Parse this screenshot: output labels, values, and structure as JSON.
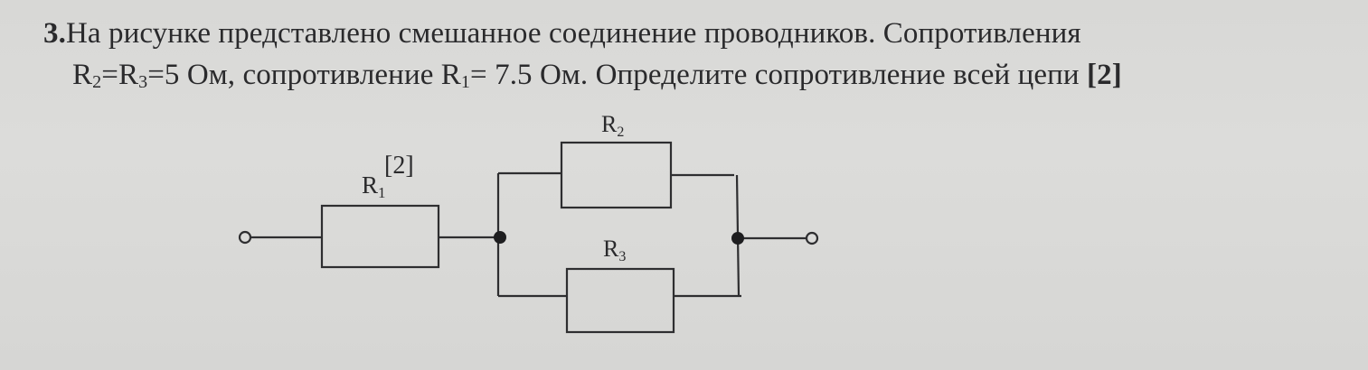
{
  "problem": {
    "number": "3.",
    "line1_text": "На рисунке представлено смешанное соединение проводников. Сопротивления",
    "line2": {
      "r2_letter": "R",
      "r2_sub": "2",
      "eq1": "=",
      "r3_letter": "R",
      "r3_sub": "3",
      "eq2_value": "=5 Ом, сопротивление ",
      "r1_letter": "R",
      "r1_sub": "1",
      "eq3_value": "= 7.5 Ом. Определите сопротивление всей цепи ",
      "marks": "[2]"
    }
  },
  "circuit": {
    "r1_label": "R",
    "r1_sub": "1",
    "r1_marks": "[2]",
    "r2_label": "R",
    "r2_sub": "2",
    "r3_label": "R",
    "r3_sub": "3"
  }
}
